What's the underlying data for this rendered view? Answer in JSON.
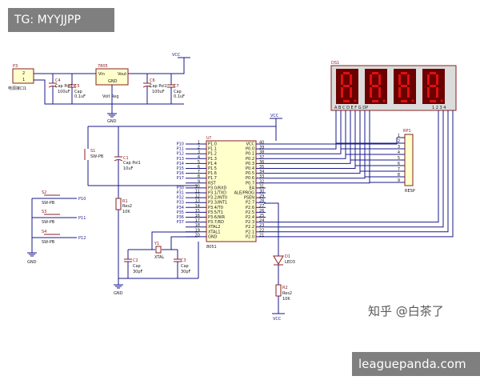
{
  "overlay": {
    "tag_top": "TG: MYYJJPP",
    "tag_bottom": "leaguepanda.com",
    "watermark": "知乎 @白茶了"
  },
  "labels": {
    "p3": "P3",
    "p3_name": "电源接口1",
    "p3_pin2": "2",
    "p3_pin1": "1",
    "reg": "7805",
    "reg_vin": "Vin",
    "reg_vout": "Vout",
    "reg_gnd": "GND",
    "reg_name": "Volt Reg",
    "c4": "C4",
    "c4_v": "Cap Pol1",
    "c4_val": "100uF",
    "c5": "C5",
    "c5_v": "Cap",
    "c5_val": "0.1uF",
    "c6": "C6",
    "c6_v": "Cap Pol1",
    "c6_val": "100uF",
    "c7": "C7",
    "c7_v": "Cap",
    "c7_val": "0.1uF",
    "vcc1": "VCC",
    "vcc2": "VCC",
    "vcc3": "VCC",
    "gnd1": "GND",
    "gnd2": "GND",
    "gnd3": "GND",
    "s1": "S1",
    "s1_v": "SW-PB",
    "c1": "C1",
    "c1_v": "Cap Pol1",
    "c1_val": "10uF",
    "r1": "R1",
    "r1_v": "Res2",
    "r1_val": "10K",
    "s2": "S2",
    "s2_v": "SW-PB",
    "s3": "S3",
    "s3_v": "SW-PB",
    "s4": "S4",
    "s4_v": "SW-PB",
    "net_p10": "P10",
    "net_p11": "P11",
    "net_p12": "P12",
    "y1": "Y1",
    "y1_v": "XTAL",
    "c2": "C2",
    "c2_v": "Cap",
    "c2_val": "30pF",
    "c3": "C3",
    "c3_v": "Cap",
    "c3_val": "30pF",
    "u_ref": "U?",
    "u_name": "8051",
    "ds1": "DS1",
    "rp1": "RP1",
    "rp1_v": "RESP",
    "d1": "D1",
    "d1_v": "LED3",
    "r2": "R2",
    "r2_v": "Res2",
    "r2_val": "10K",
    "seg_letters": "A B C D E F G DP",
    "dig_nums": "1 2 3 4"
  },
  "mcu_left_pins": [
    {
      "net": "P10",
      "num": "1",
      "name": "P1.0"
    },
    {
      "net": "P11",
      "num": "2",
      "name": "P1.1"
    },
    {
      "net": "P12",
      "num": "3",
      "name": "P1.2"
    },
    {
      "net": "P13",
      "num": "4",
      "name": "P1.3"
    },
    {
      "net": "P14",
      "num": "5",
      "name": "P1.4"
    },
    {
      "net": "P15",
      "num": "6",
      "name": "P1.5"
    },
    {
      "net": "P16",
      "num": "7",
      "name": "P1.6"
    },
    {
      "net": "P17",
      "num": "8",
      "name": "P1.7"
    },
    {
      "net": "",
      "num": "9",
      "name": "RST"
    },
    {
      "net": "P30",
      "num": "10",
      "name": "P3.0/RXD"
    },
    {
      "net": "P31",
      "num": "11",
      "name": "P3.1/TXD"
    },
    {
      "net": "P32",
      "num": "12",
      "name": "P3.2/INT0"
    },
    {
      "net": "P33",
      "num": "13",
      "name": "P3.3/INT1"
    },
    {
      "net": "P34",
      "num": "14",
      "name": "P3.4/T0"
    },
    {
      "net": "P35",
      "num": "15",
      "name": "P3.5/T1"
    },
    {
      "net": "P36",
      "num": "16",
      "name": "P3.6/WR"
    },
    {
      "net": "P37",
      "num": "17",
      "name": "P3.7/RD"
    },
    {
      "net": "",
      "num": "18",
      "name": "XTAL2"
    },
    {
      "net": "",
      "num": "19",
      "name": "XTAL1"
    },
    {
      "net": "",
      "num": "20",
      "name": "GND"
    }
  ],
  "mcu_right_pins": [
    {
      "num": "40",
      "name": "VCC"
    },
    {
      "num": "39",
      "name": "P0.0"
    },
    {
      "num": "38",
      "name": "P0.1"
    },
    {
      "num": "37",
      "name": "P0.2"
    },
    {
      "num": "36",
      "name": "P0.3"
    },
    {
      "num": "35",
      "name": "P0.4"
    },
    {
      "num": "34",
      "name": "P0.5"
    },
    {
      "num": "33",
      "name": "P0.6"
    },
    {
      "num": "32",
      "name": "P0.7"
    },
    {
      "num": "31",
      "name": "EA"
    },
    {
      "num": "30",
      "name": "ALE/PROG"
    },
    {
      "num": "29",
      "name": "PSEN"
    },
    {
      "num": "28",
      "name": "P2.7"
    },
    {
      "num": "27",
      "name": "P2.6"
    },
    {
      "num": "26",
      "name": "P2.5"
    },
    {
      "num": "25",
      "name": "P2.4"
    },
    {
      "num": "24",
      "name": "P2.3"
    },
    {
      "num": "23",
      "name": "P2.2"
    },
    {
      "num": "22",
      "name": "P2.1"
    },
    {
      "num": "21",
      "name": "P2.0"
    }
  ],
  "rp_pins": [
    "1",
    "2",
    "3",
    "4",
    "5",
    "6",
    "7",
    "8",
    "9"
  ]
}
